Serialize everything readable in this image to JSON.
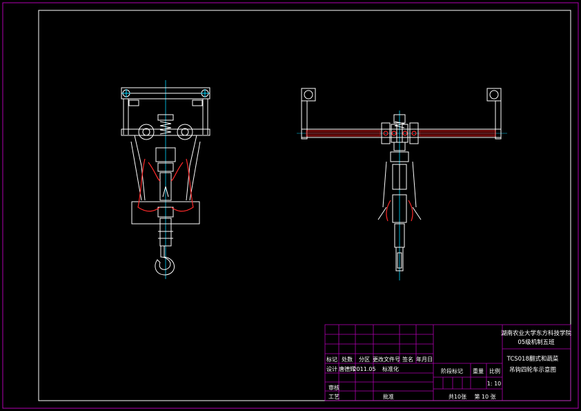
{
  "colors": {
    "background": "#000000",
    "border": "#b000b0",
    "line": "#ffffff",
    "center_line": "#00d8ff",
    "red_part": "#ff2a2a",
    "rail_fill": "#8a0a0a",
    "title_text": "#c0f0ff"
  },
  "title_block": {
    "school": "湖南农业大学东方科技学院",
    "class_name": "05级机制五班",
    "drawing_title_1": "TCS018翻式和蔬菜",
    "drawing_title_2": "吊钩四轮车示意图",
    "scale_label": "比例",
    "scale_value": "1: 10",
    "stage_label": "阶段标记",
    "weight_label": "重量",
    "sheet_total": "共10张",
    "sheet_current": "第 10 张",
    "row_header": {
      "mark": "标记",
      "count": "处数",
      "zone": "分区",
      "change_doc": "更改文件号",
      "signature": "签名",
      "date": "年月日"
    },
    "design_label": "设计",
    "designer": "唐德辉",
    "design_date": "2011.05",
    "standardize_label": "标准化",
    "review_label": "审核",
    "process_label": "工艺",
    "approve_label": "批准"
  }
}
